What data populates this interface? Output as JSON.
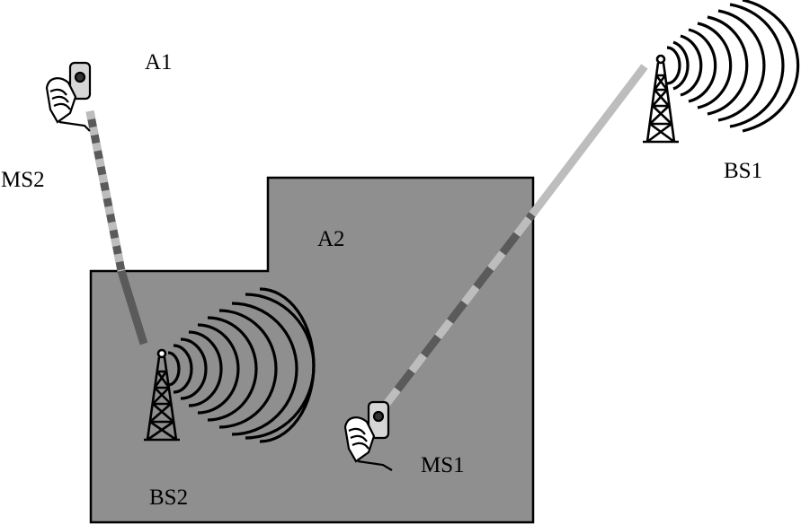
{
  "labels": {
    "area_outdoor": "A1",
    "area_indoor": "A2",
    "mobile_outdoor": "MS2",
    "mobile_indoor": "MS1",
    "base_outdoor": "BS1",
    "base_indoor": "BS2"
  },
  "icons": {
    "base_station": "radio-tower-icon",
    "mobile_station": "mobile-phone-icon",
    "signal": "radio-waves-icon"
  },
  "colors": {
    "building_fill": "#8f8f8f",
    "building_stroke": "#000000",
    "link_light": "#bdbdbd",
    "link_dark": "#5a5a5a",
    "ink": "#000000"
  }
}
